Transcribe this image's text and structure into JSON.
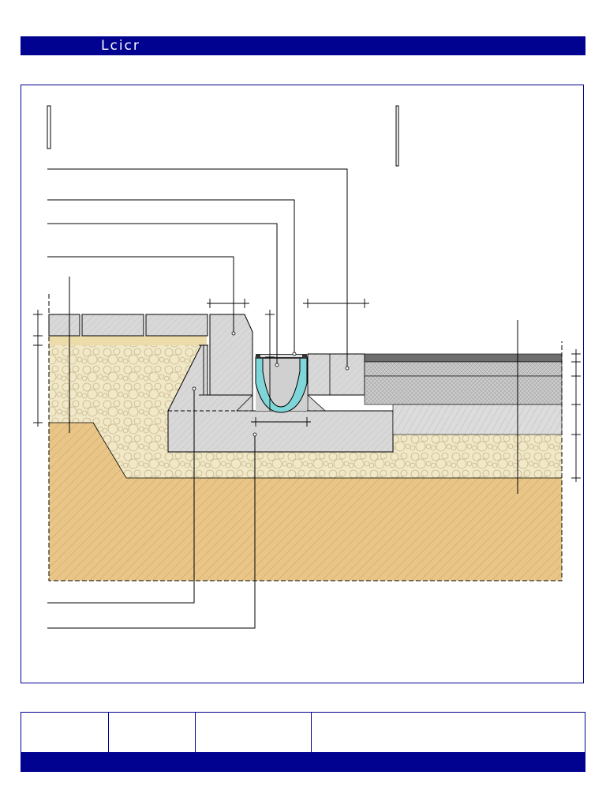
{
  "header": {
    "brand": "Lcicr"
  },
  "colors": {
    "brand_bar": "#020290",
    "concrete": "#d6d6d6",
    "gravel": "#f0e6c4",
    "soil": "#e9c688",
    "channel": "#7fd6d8",
    "asphalt_dark": "#7a7a7a",
    "asphalt_mid": "#bdbdbd"
  },
  "drawing": {
    "type": "drainage-channel-cross-section",
    "parts": [
      "paving-slabs",
      "kerb",
      "drainage-channel",
      "grating",
      "concrete-bed",
      "gravel-base",
      "subsoil",
      "asphalt-layers",
      "kerb-right"
    ]
  },
  "title_block": {
    "cells": [
      "",
      "",
      "",
      ""
    ]
  }
}
